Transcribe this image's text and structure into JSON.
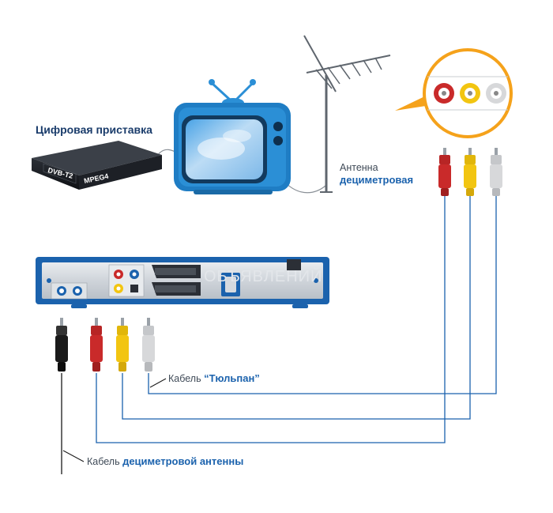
{
  "labels": {
    "set_top_box_title": "Цифровая приставка",
    "box_badge_left": "DVB-T2",
    "box_badge_right": "MPEG4",
    "antenna_line1": "Антенна",
    "antenna_line2": "дециметровая",
    "tulip_prefix": "Кабель ",
    "tulip_name": "“Тюльпан”",
    "antenna_cable_prefix": "Кабель ",
    "antenna_cable_name": "дециметровой антенны",
    "watermark": "ОБЪЯВЛЕНИЙ"
  },
  "colors": {
    "cable_blue": "#1b62ad",
    "accent_orange": "#f5a21b",
    "tv_blue": "#2b8fd6",
    "plug_red": "#c92a2a",
    "plug_yellow": "#f2c511",
    "plug_white": "#d7d8da",
    "plug_black": "#1a1a1a"
  }
}
